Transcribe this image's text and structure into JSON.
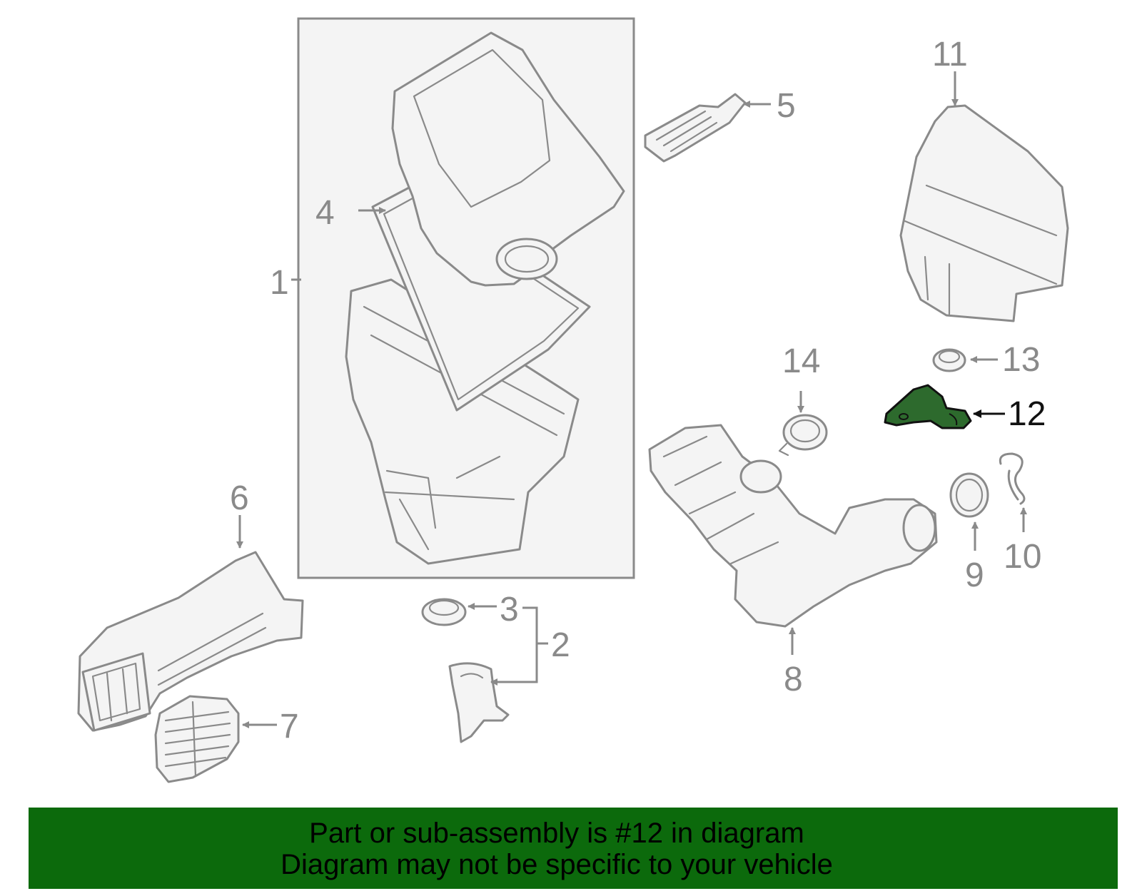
{
  "diagram": {
    "highlight_color": "#2d6a2d",
    "line_color": "#8a8a8a",
    "box_fill": "#f4f4f4",
    "highlighted_part": "12",
    "callouts": {
      "c1": "1",
      "c2": "2",
      "c3": "3",
      "c4": "4",
      "c5": "5",
      "c6": "6",
      "c7": "7",
      "c8": "8",
      "c9": "9",
      "c10": "10",
      "c11": "11",
      "c12": "12",
      "c13": "13",
      "c14": "14"
    }
  },
  "banner": {
    "background": "#0c6a0c",
    "line1": "Part or sub-assembly is #12 in diagram",
    "line2": "Diagram may not be specific to your vehicle"
  }
}
